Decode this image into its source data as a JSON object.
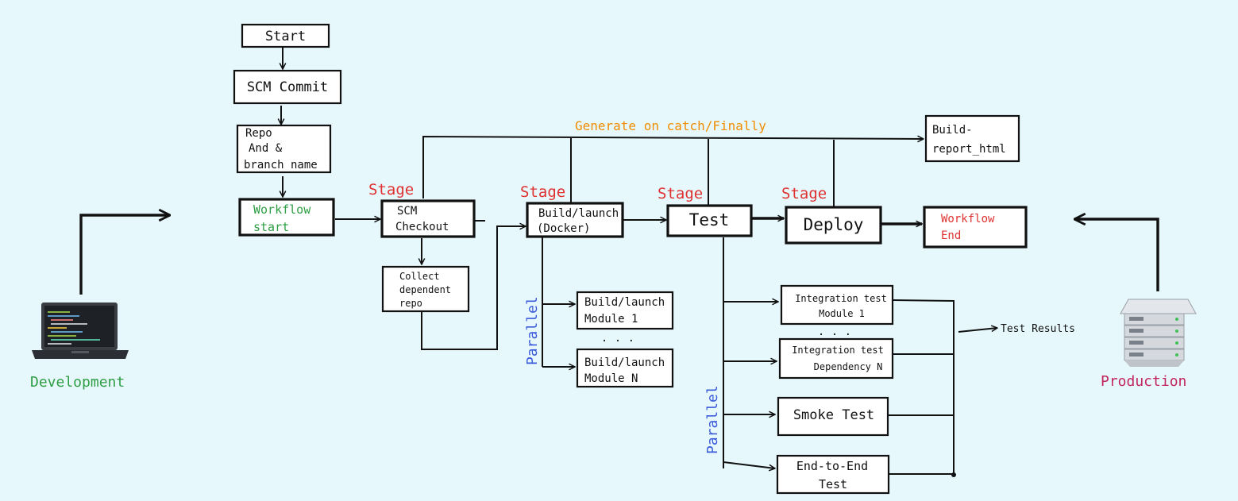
{
  "nodes": {
    "start": "Start",
    "scm_commit": "SCM Commit",
    "repo_line1": "Repo",
    "repo_line2": "And &",
    "repo_line3": "branch name",
    "workflow_start_line1": "Workflow",
    "workflow_start_line2": "start",
    "scm_checkout_line1": "SCM",
    "scm_checkout_line2": "Checkout",
    "collect_line1": "Collect",
    "collect_line2": "dependent",
    "collect_line3": "repo",
    "build_docker_line1": "Build/launch",
    "build_docker_line2": "(Docker)",
    "build_module1_line1": "Build/launch",
    "build_module1_line2": "Module 1",
    "build_moduleN_line1": "Build/launch",
    "build_moduleN_line2": "Module N",
    "test": "Test",
    "deploy": "Deploy",
    "workflow_end_line1": "Workflow",
    "workflow_end_line2": "End",
    "build_report_line1": "Build-",
    "build_report_line2": "report_html",
    "integration1_line1": "Integration test",
    "integration1_line2": "Module 1",
    "integrationN_line1": "Integration test",
    "integrationN_line2": "Dependency N",
    "smoke_test": "Smoke Test",
    "e2e_line1": "End-to-End",
    "e2e_line2": "Test"
  },
  "labels": {
    "stage": "Stage",
    "parallel": "Parallel",
    "generate": "Generate on catch/Finally",
    "ellipsis": ". . .",
    "test_results": "Test Results",
    "development": "Development",
    "production": "Production"
  },
  "colors": {
    "background": "#e6f8fc",
    "stage_label": "#e03131",
    "parallel_label": "#3b5bdb",
    "generate_label": "#f08c00",
    "development_label": "#2f9e44",
    "production_label": "#c2255c"
  },
  "icons": {
    "development": "laptop-icon",
    "production": "server-icon"
  }
}
